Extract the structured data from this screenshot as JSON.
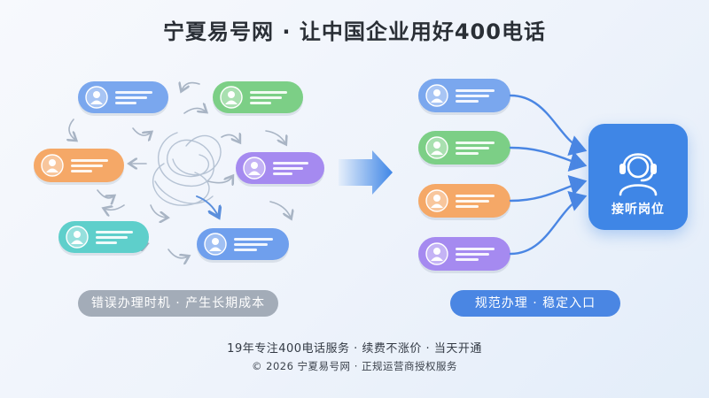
{
  "title": "宁夏易号网 · 让中国企业用好400电话",
  "left_caption": "错误办理时机 · 产生长期成本",
  "right_caption": "规范办理 · 稳定入口",
  "answer_post_label": "接听岗位",
  "footer": {
    "line1": "19年专注400电话服务 · 续费不涨价 · 当天开通",
    "line2": "© 2026 宁夏易号网 · 正规运营商授权服务"
  },
  "left_cards": [
    {
      "color": "#7aa7ee",
      "icon": "user-icon"
    },
    {
      "color": "#7ccf86",
      "icon": "user-icon"
    },
    {
      "color": "#f5a867",
      "icon": "user-icon"
    },
    {
      "color": "#a58af0",
      "icon": "user-icon"
    },
    {
      "color": "#5ecfcb",
      "icon": "user-icon"
    },
    {
      "color": "#6f9fed",
      "icon": "user-icon"
    }
  ],
  "right_cards": [
    {
      "color": "#7aa7ee",
      "icon": "user-icon"
    },
    {
      "color": "#7ccf86",
      "icon": "user-icon"
    },
    {
      "color": "#f5a867",
      "icon": "user-icon"
    },
    {
      "color": "#a58af0",
      "icon": "user-icon"
    }
  ],
  "colors": {
    "accent": "#3f86e6",
    "caption_gray": "#a3acb8",
    "caption_blue": "#4a86e3"
  }
}
